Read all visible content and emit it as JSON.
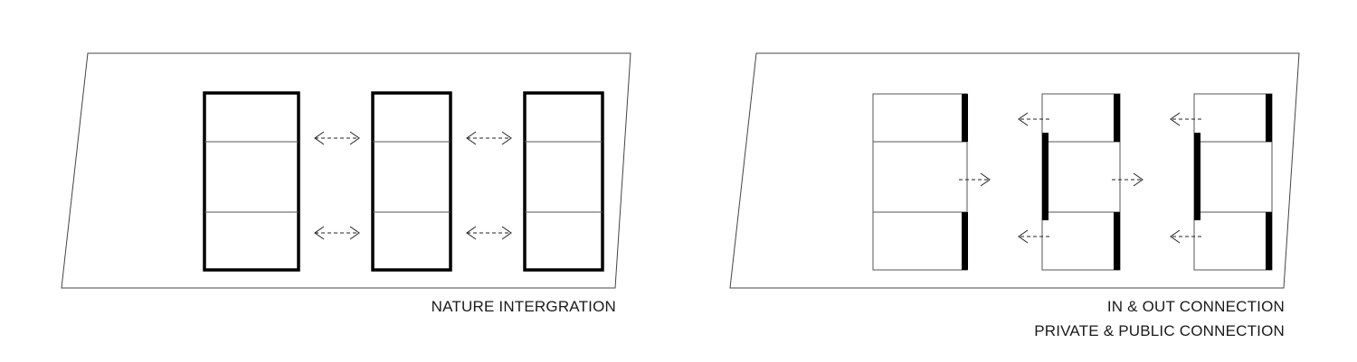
{
  "left_panel": {
    "caption": "NATURE INTERGRATION"
  },
  "right_panel": {
    "caption_line1": "IN & OUT CONNECTION",
    "caption_line2": "PRIVATE & PUBLIC CONNECTION"
  },
  "colors": {
    "line": "#444444",
    "heavy": "#000000",
    "background": "#ffffff"
  }
}
